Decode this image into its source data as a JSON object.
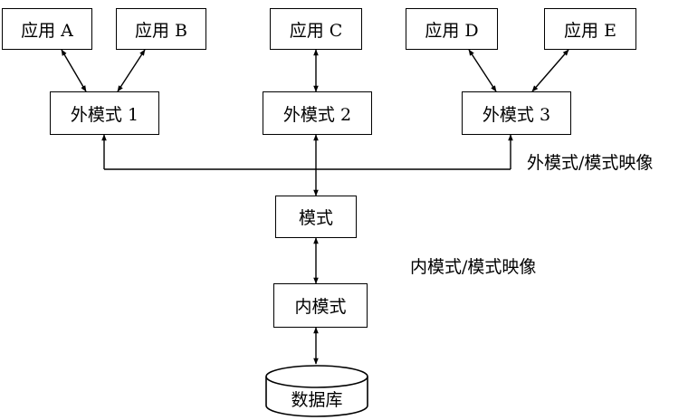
{
  "apps": {
    "a": "应用 A",
    "b": "应用 B",
    "c": "应用 C",
    "d": "应用 D",
    "e": "应用 E"
  },
  "external_schemas": {
    "s1": "外模式 1",
    "s2": "外模式 2",
    "s3": "外模式 3"
  },
  "schema": "模式",
  "internal_schema": "内模式",
  "database": "数据库",
  "mappings": {
    "external_to_conceptual": "外模式/模式映像",
    "conceptual_to_internal": "内模式/模式映像"
  },
  "colors": {
    "line": "#000000",
    "background": "#ffffff"
  }
}
